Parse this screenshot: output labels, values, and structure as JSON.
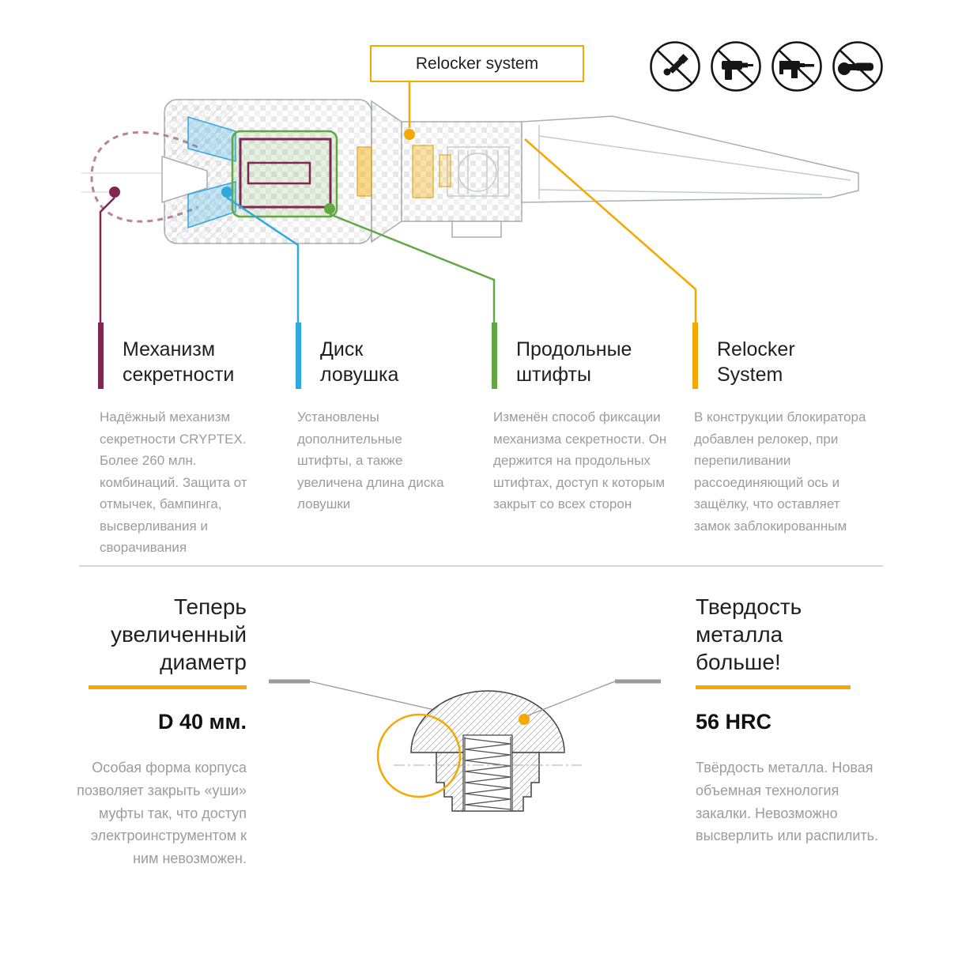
{
  "colors": {
    "accent_yellow": "#f5a800",
    "mechanism_maroon": "#812552",
    "trap_disk_blue": "#2fa8df",
    "pins_green": "#61a744",
    "heading_text": "#1f1f1f",
    "body_text": "#9c9c9c"
  },
  "header": {
    "relocker_label": "Relocker system",
    "prohibited_tools": [
      {
        "icon": "no-die-grinder-icon"
      },
      {
        "icon": "no-drill-icon"
      },
      {
        "icon": "no-hammer-drill-icon"
      },
      {
        "icon": "no-angle-grinder-icon"
      }
    ]
  },
  "features": [
    {
      "title": "Механизм\nсекретности",
      "body": "Надёжный механизм секретности CRYPTEX. Более 260 млн. комбинаций. Защита от отмычек, бампинга, высверливания и сворачивания"
    },
    {
      "title": "Диск\nловушка",
      "body": "Установлены дополнительные штифты, а также увеличена длина диска ловушки"
    },
    {
      "title": "Продольные\nштифты",
      "body": "Изменён способ фиксации механизма секретности. Он держится на продольных штифтах, доступ к которым закрыт со всех сторон"
    },
    {
      "title": "Relocker\nSystem",
      "body": "В конструкции блокиратора добавлен релокер, при перепиливании рассоединяющий ось и защёлку, что оставляет замок заблокированным"
    }
  ],
  "diameter_block": {
    "title": "Теперь\nувеличенный\nдиаметр",
    "value": "D 40 мм.",
    "body": "Особая форма корпуса позволяет закрыть «уши» муфты так, что доступ электроинструментом к ним невозможен."
  },
  "hardness_block": {
    "title": "Твердость\nметалла\nбольше!",
    "value": "56 HRC",
    "body": "Твёрдость металла. Новая объемная технология закалки. Невозможно высверлить или распилить."
  }
}
